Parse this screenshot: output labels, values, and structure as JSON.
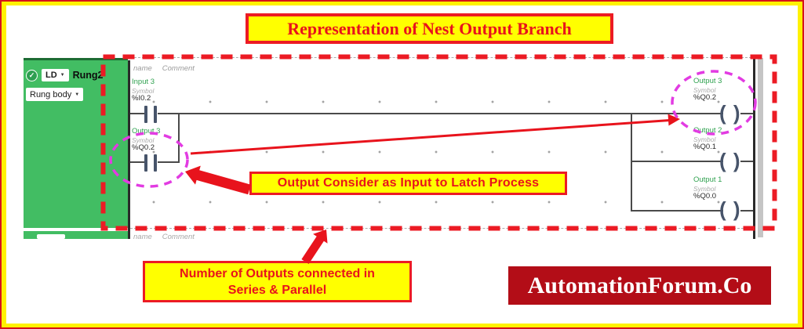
{
  "banners": {
    "top": "Representation of Nest Output Branch",
    "latch": "Output Consider as Input to Latch Process",
    "outputs_line1": "Number of Outputs connected in",
    "outputs_line2": "Series & Parallel",
    "logo": "AutomationForum.Co"
  },
  "editor": {
    "rung_header": {
      "ld": "LD",
      "rung_name": "Rung2",
      "body": "Rung body"
    },
    "grid_header": {
      "name": "name",
      "comment": "Comment"
    },
    "next_rung_header": {
      "name": "name",
      "comment": "Comment"
    },
    "contacts": [
      {
        "name": "Input 3",
        "symbol_label": "Symbol",
        "address": "%I0.2"
      },
      {
        "name": "Output 3",
        "symbol_label": "Symbol",
        "address": "%Q0.2"
      }
    ],
    "coils": [
      {
        "name": "Output 3",
        "symbol_label": "Symbol",
        "address": "%Q0.2"
      },
      {
        "name": "Output 2",
        "symbol_label": "Symbol",
        "address": "%Q0.1"
      },
      {
        "name": "Output 1",
        "symbol_label": "Symbol",
        "address": "%Q0.0"
      }
    ],
    "coil_glyph": "( )"
  },
  "icons": {
    "check": "✓",
    "caret": "▼"
  },
  "colors": {
    "frame_yellow": "#FFF200",
    "banner_yellow": "#FFFF00",
    "annotation_red": "#EC1B24",
    "text_red": "#E8131C",
    "logo_red": "#B30D17",
    "magenta": "#E23BE2",
    "panel_green": "#42BD63",
    "panel_green_dark": "#1C6B33",
    "label_green": "#2FA14F",
    "wire_gray": "#4A4A4A",
    "contact_slate": "#47546A"
  }
}
